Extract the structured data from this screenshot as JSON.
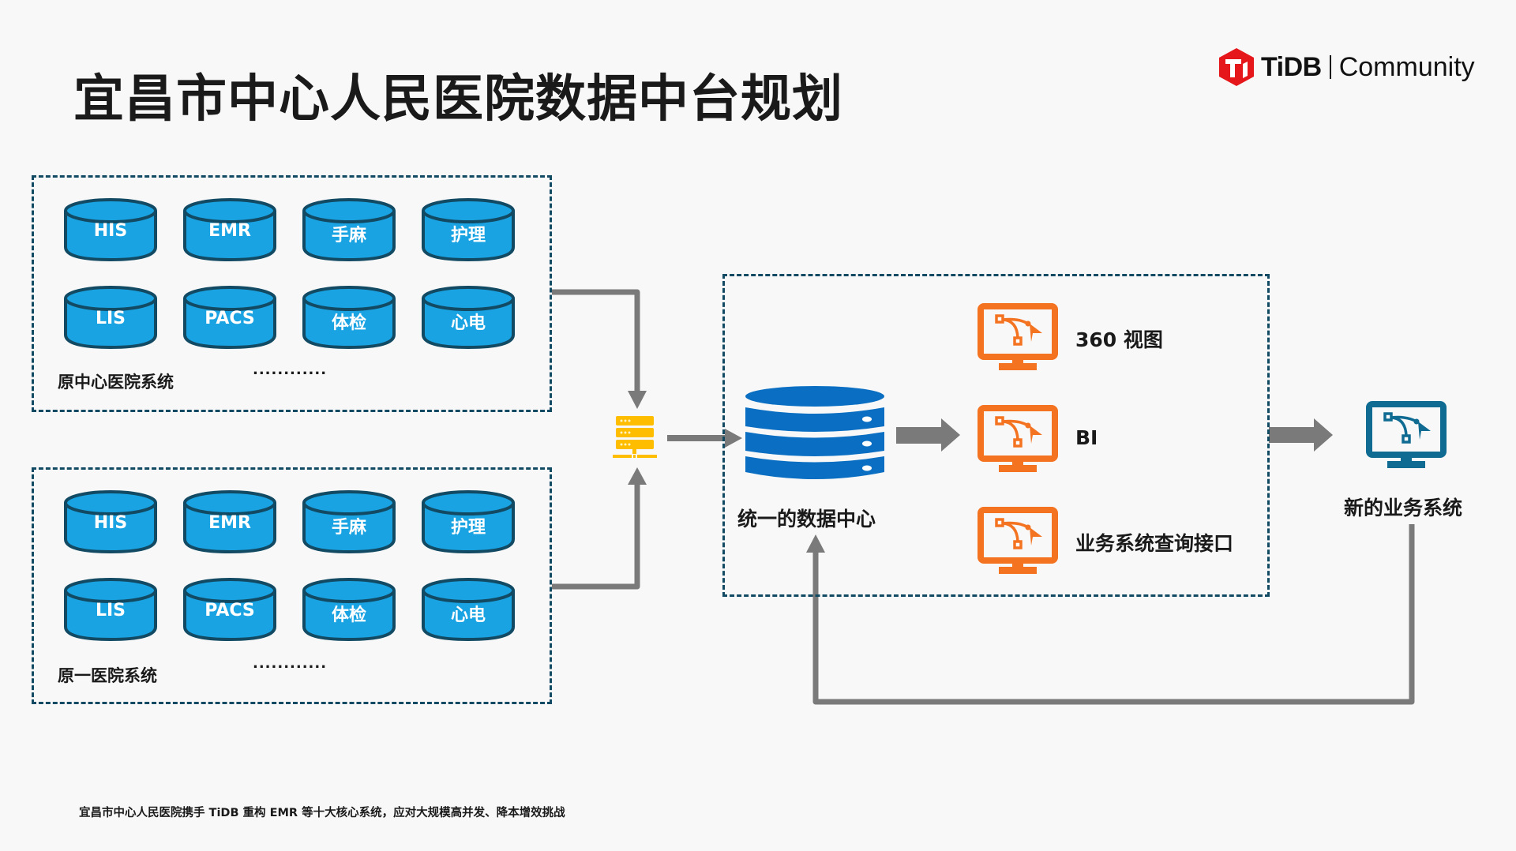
{
  "title": "宜昌市中心人民医院数据中台规划",
  "logo": {
    "brand": "TiDB",
    "product": "Community",
    "brand_color": "#e5171b"
  },
  "colors": {
    "cylinder_fill": "#1aa3e2",
    "cylinder_outline": "#124a63",
    "box_border": "#134a63",
    "arrow": "#7a7a7a",
    "server_icon": "#ffbd00",
    "data_center": "#0a6fc2",
    "output_icon": "#f47321",
    "new_system_icon": "#106b93"
  },
  "groups": [
    {
      "label": "原中心医院系统",
      "ellipsis": "............",
      "systems": [
        "HIS",
        "EMR",
        "手麻",
        "护理",
        "LIS",
        "PACS",
        "体检",
        "心电"
      ]
    },
    {
      "label": "原一医院系统",
      "ellipsis": "............",
      "systems": [
        "HIS",
        "EMR",
        "手麻",
        "护理",
        "LIS",
        "PACS",
        "体检",
        "心电"
      ]
    }
  ],
  "integration": {
    "icon": "server-icon"
  },
  "data_center": {
    "label": "统一的数据中心",
    "icon": "database-icon"
  },
  "outputs": [
    {
      "label": "360 视图",
      "icon": "monitor-vector-icon"
    },
    {
      "label": "BI",
      "icon": "monitor-vector-icon"
    },
    {
      "label": "业务系统查询接口",
      "icon": "monitor-vector-icon"
    }
  ],
  "new_system": {
    "label": "新的业务系统",
    "icon": "monitor-vector-icon"
  },
  "footnote": "宜昌市中心人民医院携手 TiDB 重构 EMR 等十大核心系统，应对大规模高并发、降本增效挑战"
}
